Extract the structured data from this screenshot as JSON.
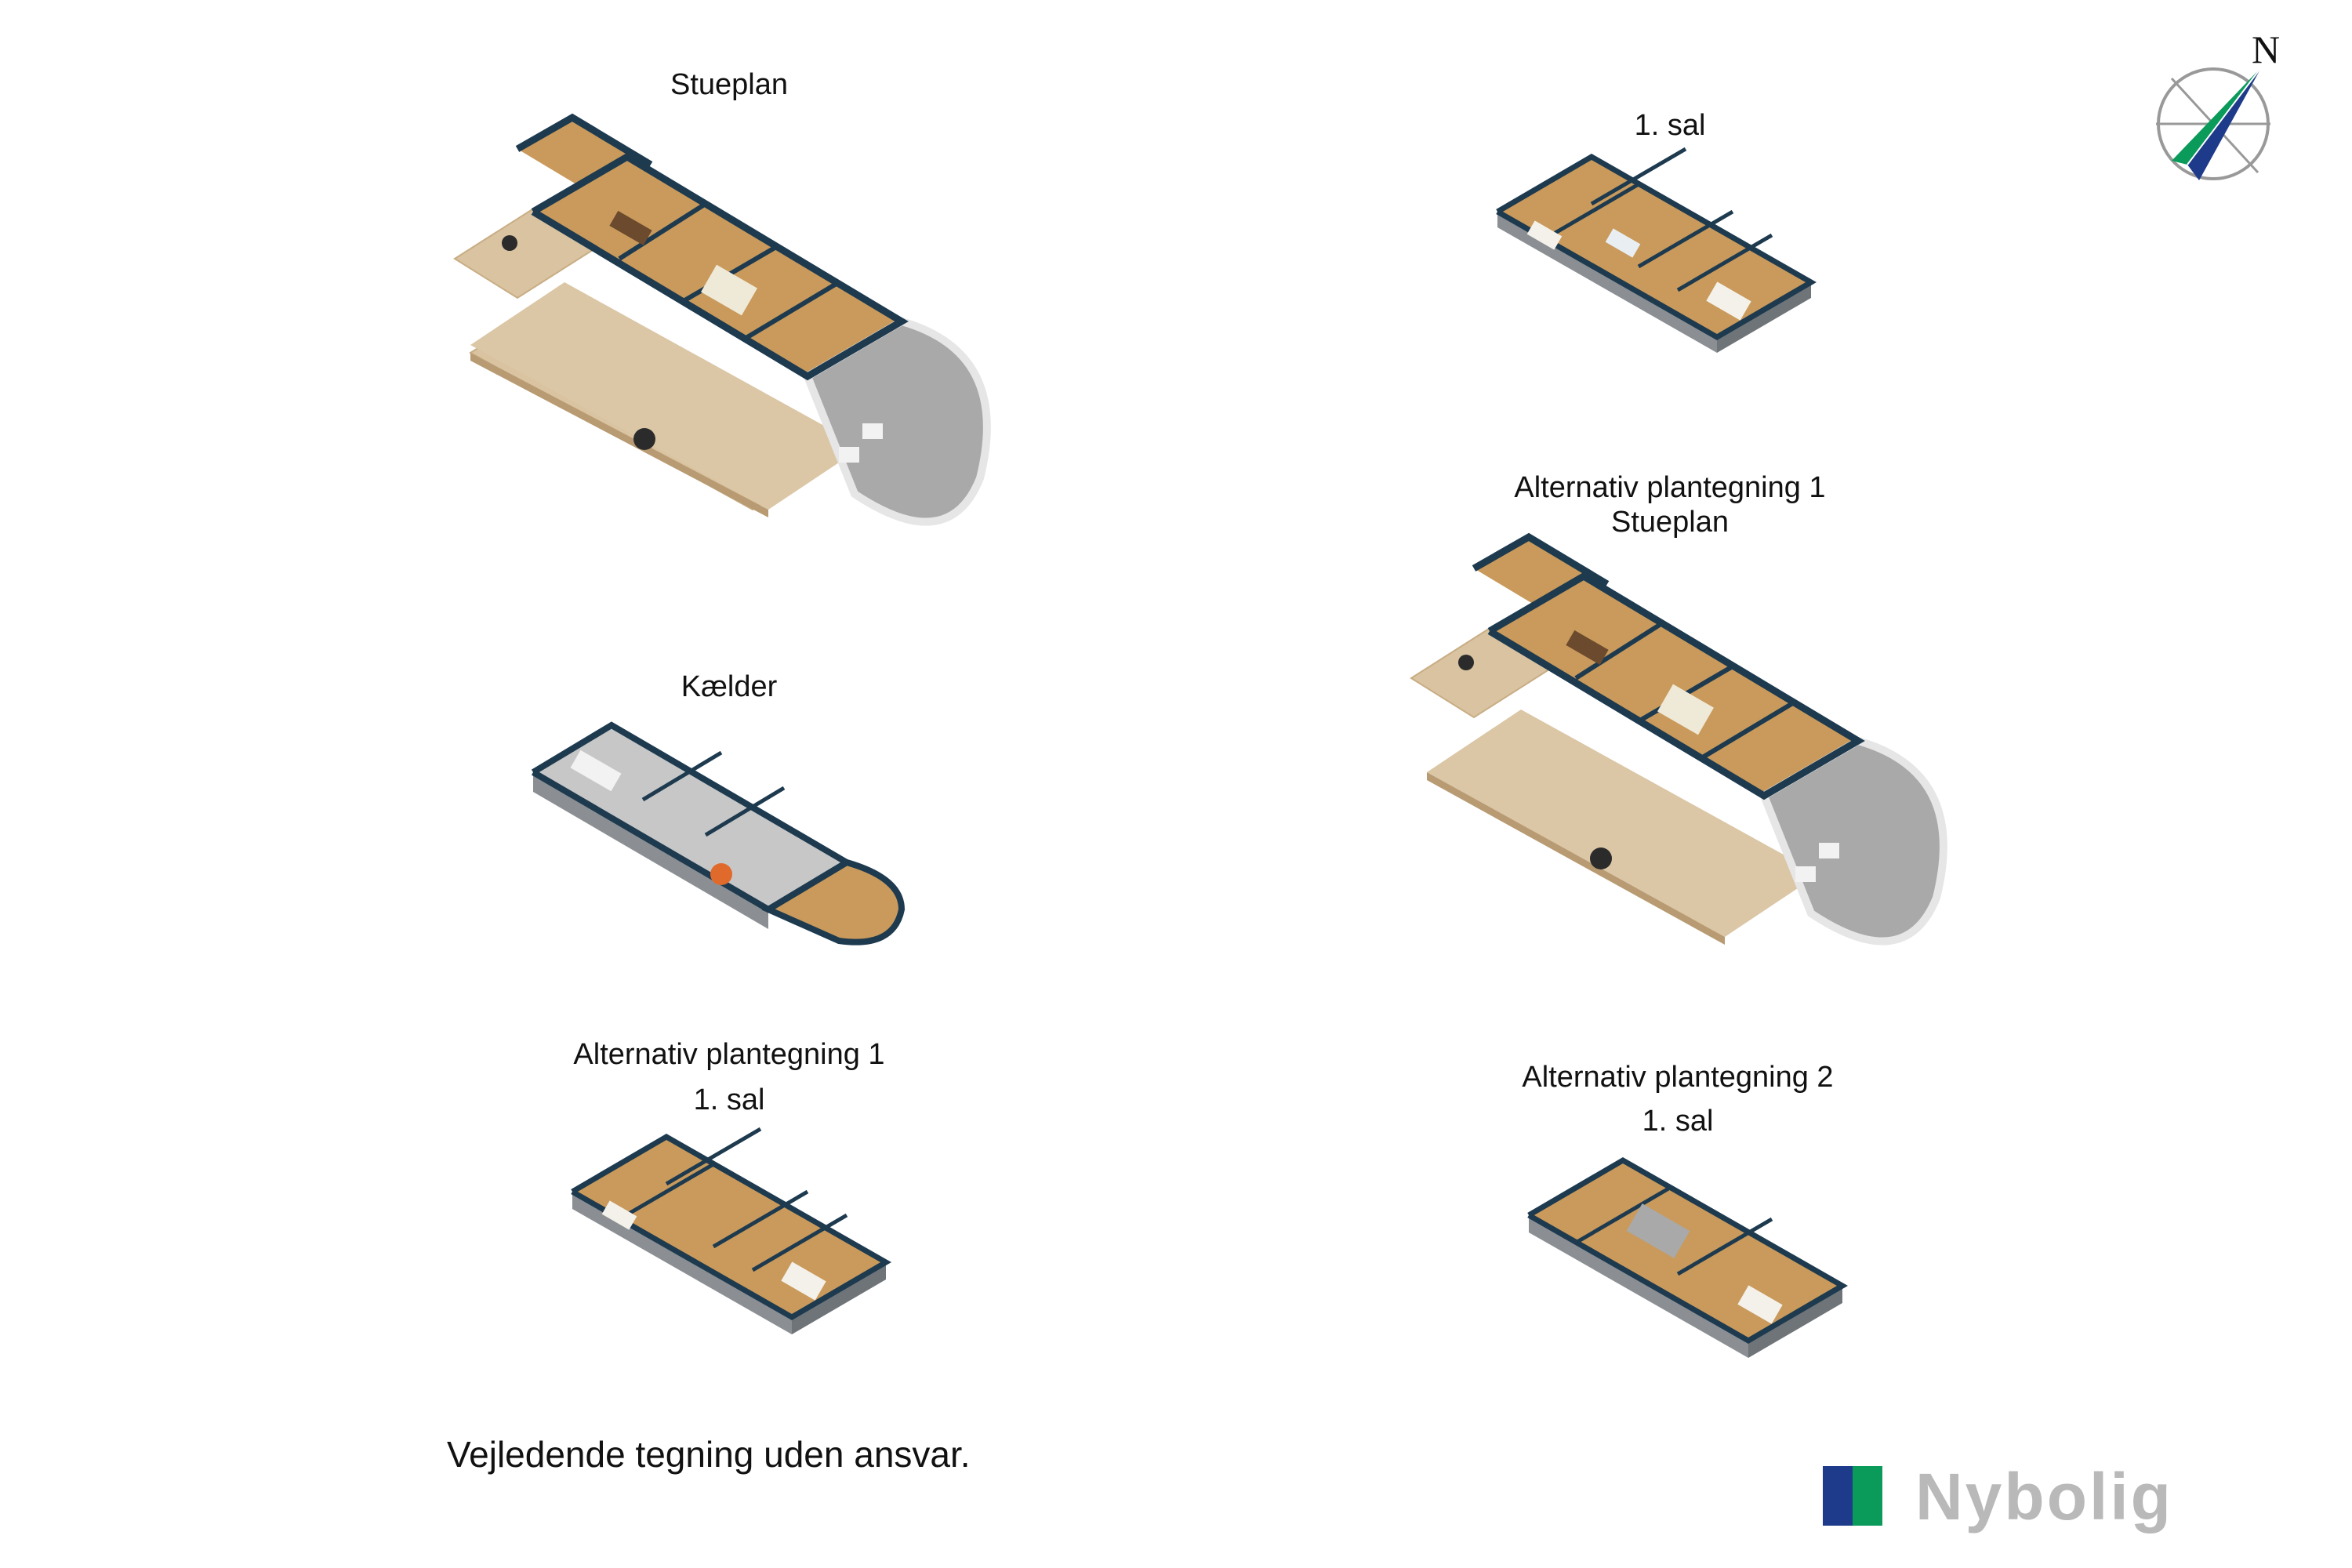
{
  "plans": {
    "stueplan": {
      "title": "Stueplan"
    },
    "sal1": {
      "title": "1. sal"
    },
    "alt1_stueplan": {
      "line1": "Alternativ plantegning 1",
      "line2": "Stueplan"
    },
    "kaelder": {
      "title": "Kælder"
    },
    "alt1_sal1": {
      "line1": "Alternativ plantegning 1",
      "line2": "1. sal"
    },
    "alt2_sal1": {
      "line1": "Alternativ plantegning 2",
      "line2": "1. sal"
    }
  },
  "disclaimer": "Vejledende tegning uden ansvar.",
  "compass": {
    "label": "N"
  },
  "logo": {
    "text": "Nybolig",
    "colors": {
      "blue": "#1e3a8a",
      "green": "#0a9a5a",
      "text": "#b9b9b9"
    }
  },
  "palette": {
    "wood": "#c99a5b",
    "deck": "#d9c3a0",
    "wall": "#1e3a4f",
    "terrace": "#a9a9a9"
  }
}
